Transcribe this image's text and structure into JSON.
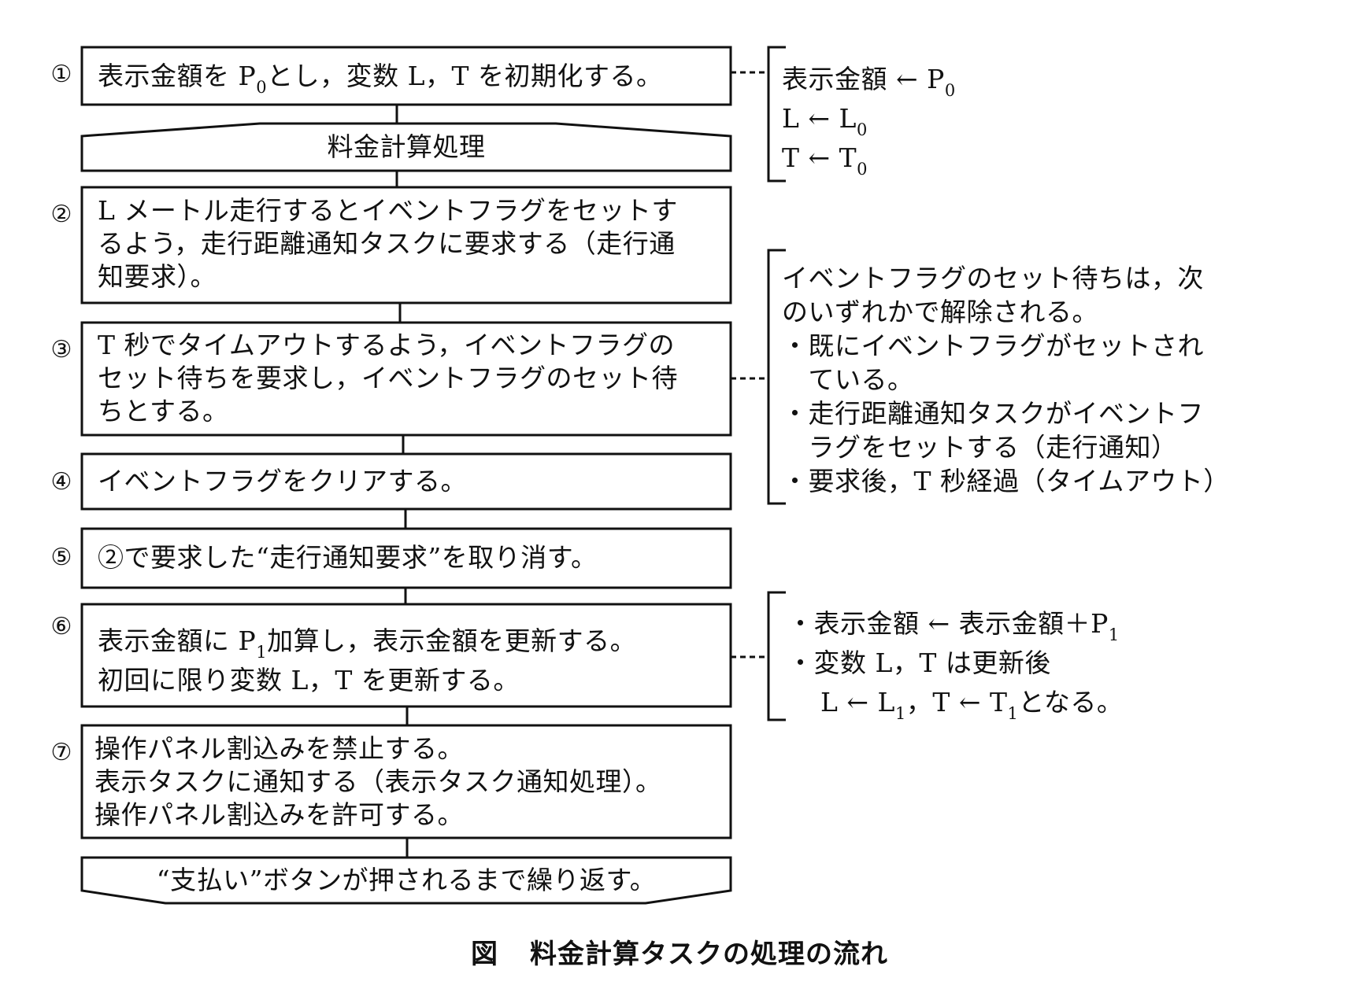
{
  "figure": {
    "label": "図",
    "title": "料金計算タスクの処理の流れ"
  },
  "flow": {
    "init": {
      "number": "①",
      "pre": "表示金額を P",
      "sub": "0",
      "post": "とし，変数 L，T を初期化する。"
    },
    "loop_start": {
      "label": "料金計算処理"
    },
    "steps": [
      {
        "number": "②",
        "lines": [
          "L メートル走行するとイベントフラグをセットす",
          "るよう，走行距離通知タスクに要求する（走行通",
          "知要求）。"
        ]
      },
      {
        "number": "③",
        "lines": [
          "T 秒でタイムアウトするよう，イベントフラグの",
          "セット待ちを要求し，イベントフラグのセット待",
          "ちとする。"
        ]
      },
      {
        "number": "④",
        "lines": [
          "イベントフラグをクリアする。"
        ]
      },
      {
        "number": "⑤",
        "lines": [
          "②で要求した“走行通知要求”を取り消す。"
        ]
      },
      {
        "number": "⑥",
        "line1_pre": "表示金額に P",
        "line1_sub": "1",
        "line1_post": "加算し，表示金額を更新する。",
        "line2": "初回に限り変数 L，T を更新する。"
      },
      {
        "number": "⑦",
        "lines": [
          "操作パネル割込みを禁止する。",
          "表示タスクに通知する（表示タスク通知処理）。",
          "操作パネル割込みを許可する。"
        ]
      }
    ],
    "loop_end": {
      "label": "“支払い”ボタンが押されるまで繰り返す。"
    }
  },
  "notes": {
    "init": {
      "line1_pre": "表示金額 ← P",
      "line1_sub": "0",
      "line2_pre": "L ← L",
      "line2_sub": "0",
      "line3_pre": "T ← T",
      "line3_sub": "0"
    },
    "wait": {
      "lines": [
        "イベントフラグのセット待ちは，次",
        "のいずれかで解除される。",
        "・既にイベントフラグがセットされ",
        "　ている。",
        "・走行距離通知タスクがイベントフ",
        "　ラグをセットする（走行通知）",
        "・要求後，T 秒経過（タイムアウト）"
      ]
    },
    "update": {
      "line1_pre": "・表示金額 ← 表示金額＋P",
      "line1_sub": "1",
      "line2": "・変数 L，T は更新後",
      "line3_a": "L ← L",
      "line3_a_sub": "1",
      "line3_b": "，T ← T",
      "line3_b_sub": "1",
      "line3_c": "となる。"
    }
  }
}
